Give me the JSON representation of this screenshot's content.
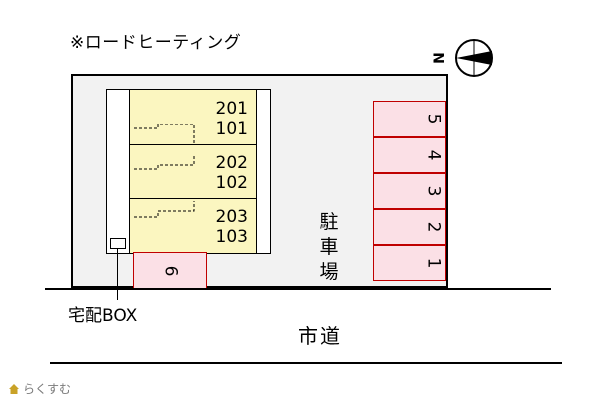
{
  "note": "※ロードヒーティング",
  "compass": {
    "letter": "N"
  },
  "units": [
    {
      "upper": "201",
      "lower": "101"
    },
    {
      "upper": "202",
      "lower": "102"
    },
    {
      "upper": "203",
      "lower": "103"
    }
  ],
  "parking": {
    "label_chars": [
      "駐",
      "車",
      "場"
    ],
    "spaces": [
      "5",
      "4",
      "3",
      "2",
      "1"
    ],
    "extra_space": "6"
  },
  "delivery_box_label": "宅配BOX",
  "road_label": "市道",
  "brand": {
    "text": "らくすむ",
    "icon": "house-icon"
  },
  "colors": {
    "unit_fill": "#fbf6c0",
    "space_fill": "#fbe0e6",
    "space_border": "#c00000",
    "lot_fill": "#f2f2f2"
  }
}
